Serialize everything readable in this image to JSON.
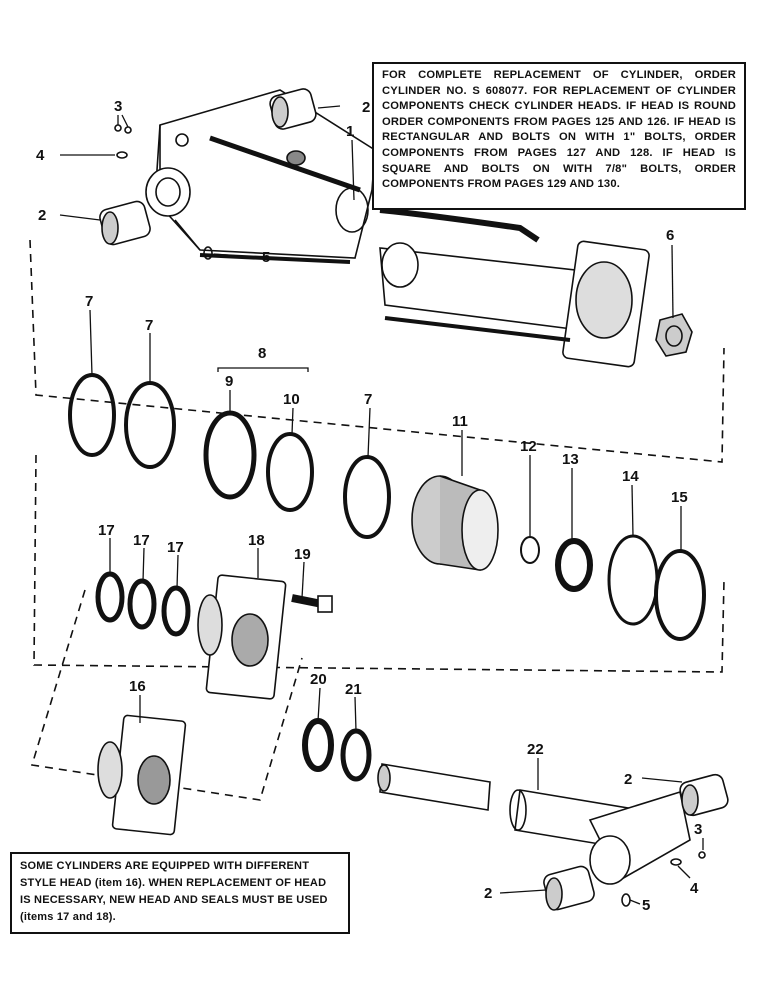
{
  "notes": {
    "top": "FOR COMPLETE REPLACEMENT OF CYLINDER, ORDER CYLINDER NO. S 608077. FOR REPLACEMENT OF CYLINDER COMPONENTS CHECK CYLINDER HEADS. IF HEAD IS ROUND ORDER COMPONENTS FROM PAGES 125 AND 126. IF HEAD IS RECTANGULAR AND BOLTS ON WITH 1\" BOLTS, ORDER COMPONENTS FROM PAGES 127 AND 128. IF HEAD IS SQUARE AND BOLTS ON WITH 7/8\" BOLTS, ORDER COMPONENTS FROM PAGES 129 AND 130.",
    "bottom": "SOME CYLINDERS ARE EQUIPPED WITH DIFFERENT STYLE HEAD (item 16). WHEN REPLACEMENT OF HEAD IS NECESSARY, NEW HEAD AND SEALS MUST BE USED (items 17 and 18)."
  },
  "callouts": {
    "c1": "1",
    "c2a": "2",
    "c2b": "2",
    "c2c": "2",
    "c2d": "2",
    "c3a": "3",
    "c3b": "3",
    "c4a": "4",
    "c4b": "4",
    "c5a": "5",
    "c5b": "5",
    "c6": "6",
    "c7a": "7",
    "c7b": "7",
    "c7c": "7",
    "c8": "8",
    "c9": "9",
    "c10": "10",
    "c11": "11",
    "c12": "12",
    "c13": "13",
    "c14": "14",
    "c15": "15",
    "c16": "16",
    "c17a": "17",
    "c17b": "17",
    "c17c": "17",
    "c18": "18",
    "c19": "19",
    "c20": "20",
    "c21": "21",
    "c22": "22"
  }
}
